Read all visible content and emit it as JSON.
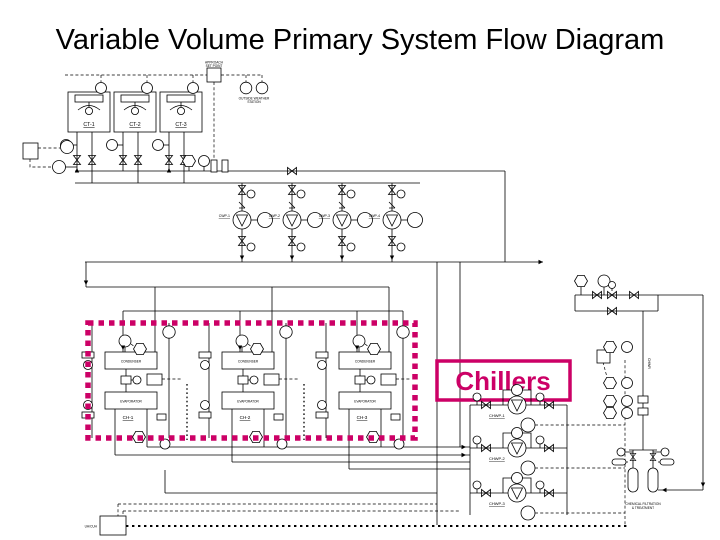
{
  "title": "Variable Volume Primary System Flow Diagram",
  "colors": {
    "accent": "#CC0066",
    "ink": "#000000",
    "paper": "#FFFFFF"
  },
  "callout": {
    "label": "Chillers"
  },
  "top": {
    "controller_note_line1": "APPROACH",
    "controller_note_line2": "SET POINT",
    "weather_note_line1": "OUTSIDE WEATHER",
    "weather_note_line2": "STATION"
  },
  "cooling_towers": {
    "items": [
      {
        "label": "CT-1"
      },
      {
        "label": "CT-2"
      },
      {
        "label": "CT-3"
      }
    ]
  },
  "condenser_pumps": {
    "items": [
      {
        "label": "CWP-1"
      },
      {
        "label": "CWP-2"
      },
      {
        "label": "CWP-3"
      },
      {
        "label": "CWP-4"
      }
    ]
  },
  "chillers": {
    "items": [
      {
        "label": "CH-1",
        "condenser_label": "CONDENSER",
        "evaporator_label": "EVAPORATOR"
      },
      {
        "label": "CH-2",
        "condenser_label": "CONDENSER",
        "evaporator_label": "EVAPORATOR"
      },
      {
        "label": "CH-3",
        "condenser_label": "CONDENSER",
        "evaporator_label": "EVAPORATOR"
      }
    ]
  },
  "chilled_water_pumps": {
    "items": [
      {
        "label": "CHWP-1"
      },
      {
        "label": "CHWP-2"
      },
      {
        "label": "CHWP-3"
      }
    ]
  },
  "risers": {
    "return_label": "CHWR"
  },
  "bottom": {
    "unit_label": "UH/CUH",
    "filtration_note_line1": "CHEMICAL FILTRATION",
    "filtration_note_line2": "& TREATMENT"
  }
}
